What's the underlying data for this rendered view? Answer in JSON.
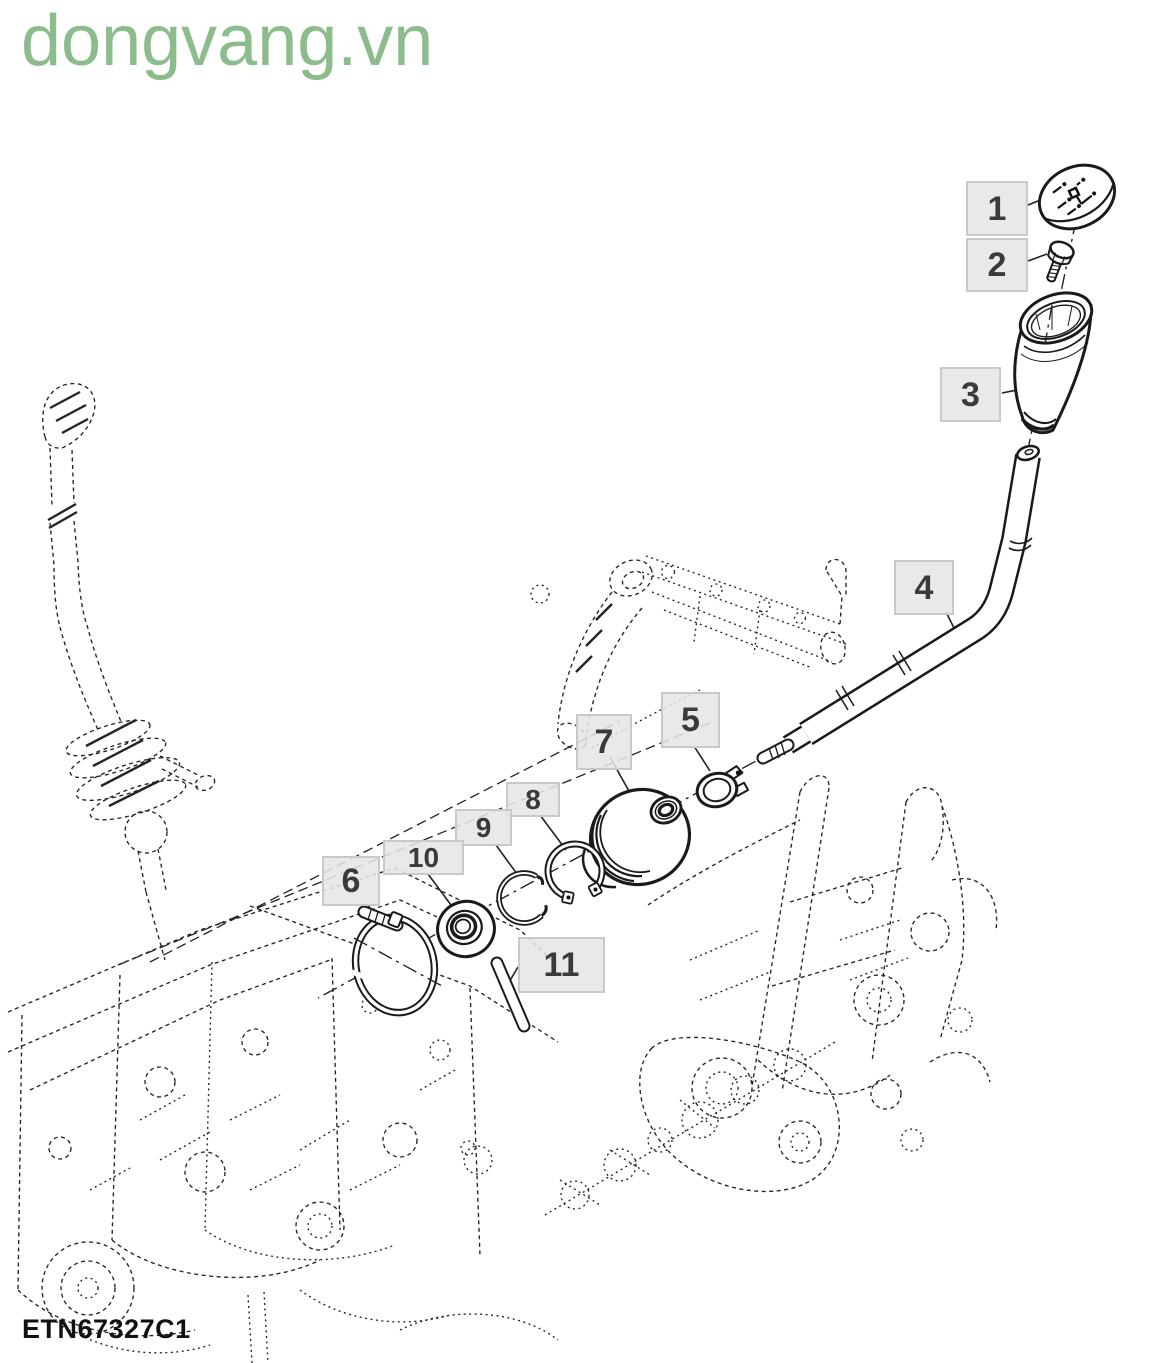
{
  "watermark": {
    "text": "dongvang.vn",
    "color": "#8cbc8c"
  },
  "drawing_code": "ETN67327C1",
  "callouts": [
    {
      "label": "1"
    },
    {
      "label": "2"
    },
    {
      "label": "3"
    },
    {
      "label": "4"
    },
    {
      "label": "5"
    },
    {
      "label": "6"
    },
    {
      "label": "7"
    },
    {
      "label": "8"
    },
    {
      "label": "9"
    },
    {
      "label": "10"
    },
    {
      "label": "11"
    }
  ],
  "colors": {
    "line": "#1a1a1a",
    "callout_bg": "#e6e6e6",
    "callout_border": "#c9c9c9",
    "callout_text": "#3a3a3a",
    "watermark_green": "#8cbc8c"
  }
}
